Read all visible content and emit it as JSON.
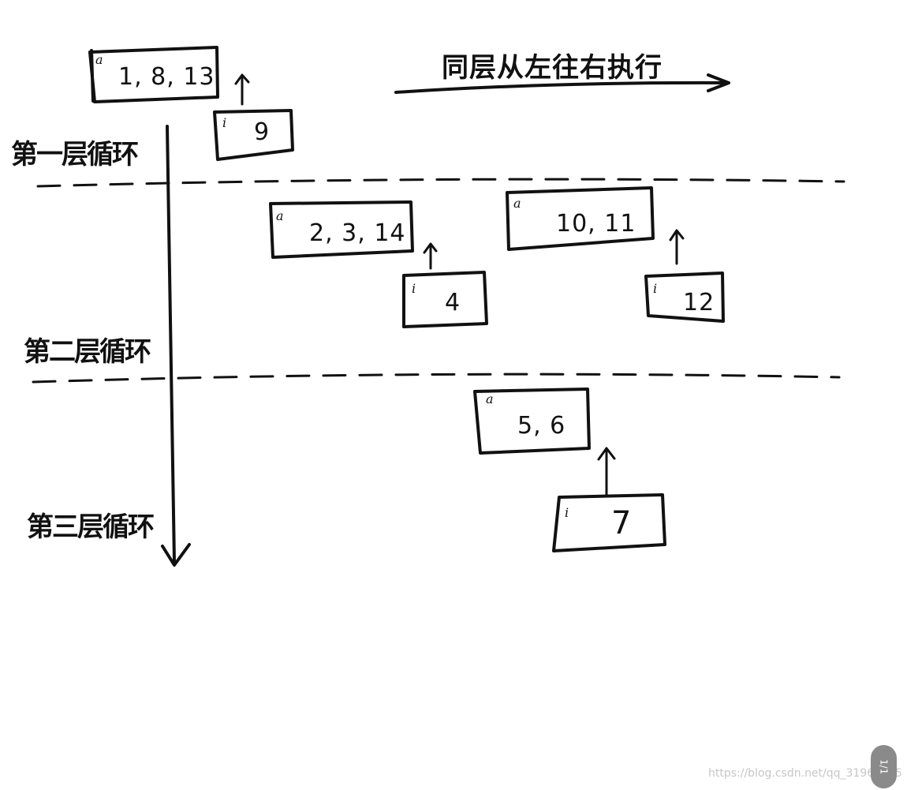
{
  "direction_text": "同层从左往右执行",
  "layers": [
    "第一层循环",
    "第二层循环",
    "第三层循环"
  ],
  "nodes": [
    {
      "type": "a",
      "value": "1, 8, 13"
    },
    {
      "type": "i",
      "value": "9"
    },
    {
      "type": "a",
      "value": "2, 3, 14"
    },
    {
      "type": "i",
      "value": "4"
    },
    {
      "type": "a",
      "value": "10, 11"
    },
    {
      "type": "i",
      "value": "12"
    },
    {
      "type": "a",
      "value": "5, 6"
    },
    {
      "type": "i",
      "value": "7"
    }
  ],
  "watermark": "https://blog.csdn.net/qq_31967985",
  "page_indicator": "1/1"
}
